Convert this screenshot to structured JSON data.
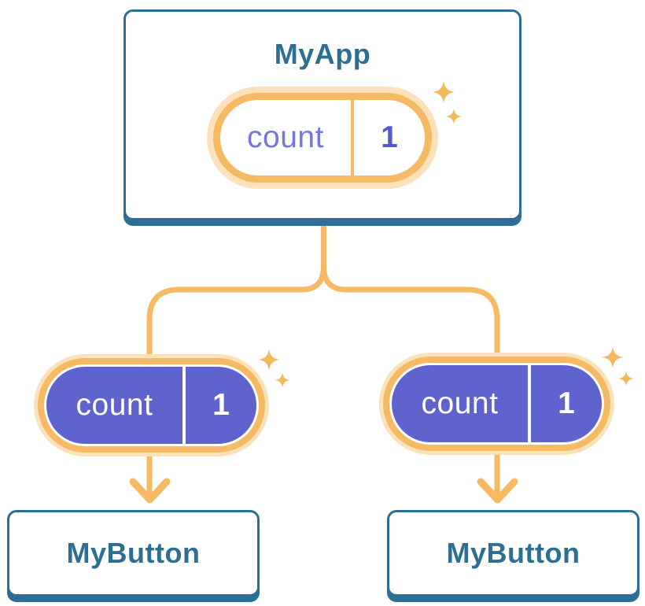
{
  "diagram": {
    "root": {
      "title": "MyApp",
      "state": {
        "name": "count",
        "value": "1"
      }
    },
    "children": [
      {
        "title": "MyButton",
        "state": {
          "name": "count",
          "value": "1"
        }
      },
      {
        "title": "MyButton",
        "state": {
          "name": "count",
          "value": "1"
        }
      }
    ],
    "colors": {
      "card_border_blue": "#2B6F96",
      "heading_blue": "#2D6E93",
      "connector_orange": "#F5BA63",
      "halo_orange": "#FBE2BA",
      "state_purple": "#5E63CE",
      "state_name_indigo": "#7478DC",
      "state_value_indigo": "#5458D2",
      "sparkle_orange": "#F5B95D",
      "background": "#FFFFFF"
    }
  }
}
